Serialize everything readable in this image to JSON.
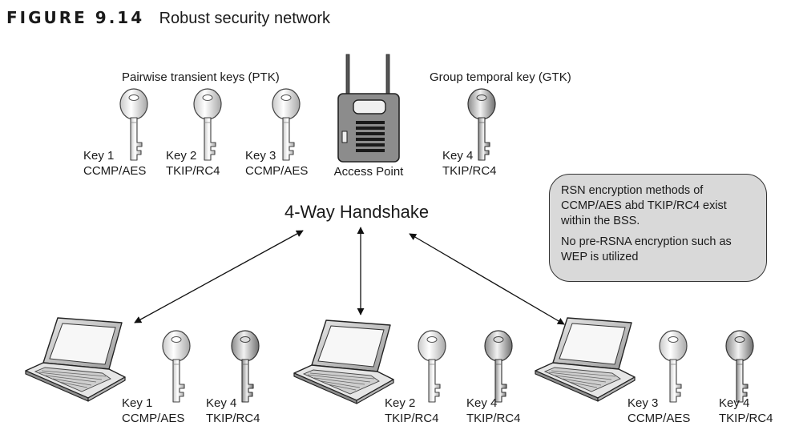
{
  "figure": {
    "label": "FIGURE 9.14",
    "title": "Robust security network"
  },
  "groups": {
    "ptk": "Pairwise transient keys (PTK)",
    "gtk": "Group temporal key (GTK)"
  },
  "top_keys": [
    {
      "name": "Key 1",
      "cipher": "CCMP/AES"
    },
    {
      "name": "Key 2",
      "cipher": "TKIP/RC4"
    },
    {
      "name": "Key 3",
      "cipher": "CCMP/AES"
    },
    {
      "name": "Key 4",
      "cipher": "TKIP/RC4"
    }
  ],
  "access_point": {
    "label": "Access Point"
  },
  "handshake": "4-Way Handshake",
  "note": {
    "line1": "RSN encryption methods of CCMP/AES abd TKIP/RC4 exist within the BSS.",
    "line2": "No pre-RSNA encryption such as WEP is utilized"
  },
  "clients": [
    {
      "pairwise": {
        "name": "Key 1",
        "cipher": "CCMP/AES"
      },
      "group": {
        "name": "Key 4",
        "cipher": "TKIP/RC4"
      }
    },
    {
      "pairwise": {
        "name": "Key 2",
        "cipher": "TKIP/RC4"
      },
      "group": {
        "name": "Key 4",
        "cipher": "TKIP/RC4"
      }
    },
    {
      "pairwise": {
        "name": "Key 3",
        "cipher": "CCMP/AES"
      },
      "group": {
        "name": "Key 4",
        "cipher": "TKIP/RC4"
      }
    }
  ]
}
